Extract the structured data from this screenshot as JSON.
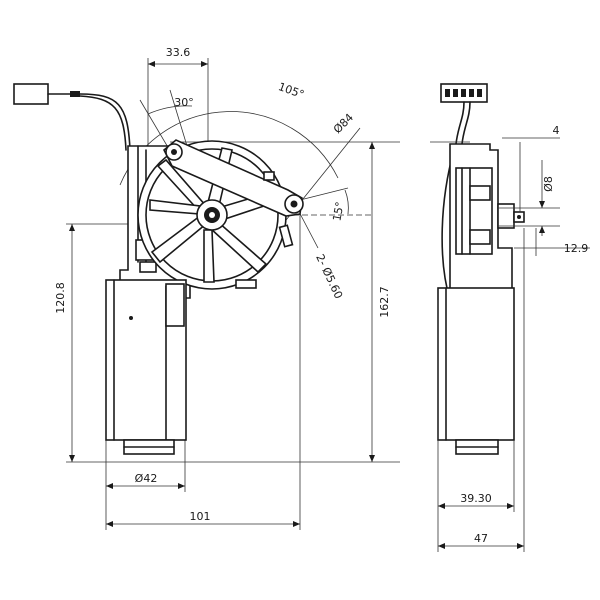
{
  "drawing": {
    "dimensions": {
      "width_336": "33.6",
      "angle_105": "105°",
      "angle_30": "30°",
      "dia_84": "Ø84",
      "angle_15": "15°",
      "holes": "2- Ø5.60",
      "height_1208": "120.8",
      "height_1627": "162.7",
      "dia_42": "Ø42",
      "width_101": "101",
      "offset_4": "4",
      "dia_8": "Ø8",
      "shaft_129": "12.9",
      "width_3930": "39.30",
      "width_47": "47"
    }
  }
}
